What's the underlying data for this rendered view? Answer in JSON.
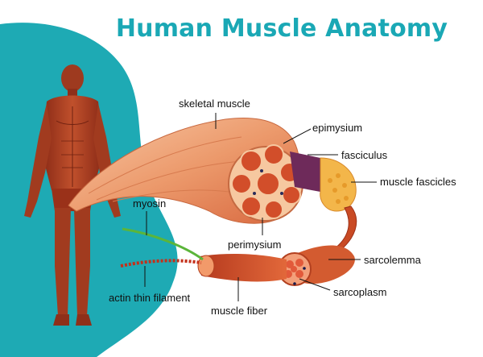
{
  "title": "Human Muscle Anatomy",
  "labels": {
    "skeletal_muscle": "skeletal muscle",
    "epimysium": "epimysium",
    "fasciculus": "fasciculus",
    "muscle_fascicles": "muscle fascicles",
    "perimysium": "perimysium",
    "myosin": "myosin",
    "sarcolemma": "sarcolemma",
    "actin_thin_filament": "actin thin filament",
    "sarcoplasm": "sarcoplasm",
    "muscle_fiber": "muscle fiber"
  },
  "colors": {
    "title": "#1aa8b5",
    "background_accent": "#1eaab4",
    "muscle_red": "#a8321c",
    "muscle_orange": "#e88a5a",
    "muscle_light": "#f6c39a",
    "fascicle_tan": "#f3b64a",
    "sheath_purple": "#6e2a5a",
    "myosin_green": "#5bb53a"
  }
}
